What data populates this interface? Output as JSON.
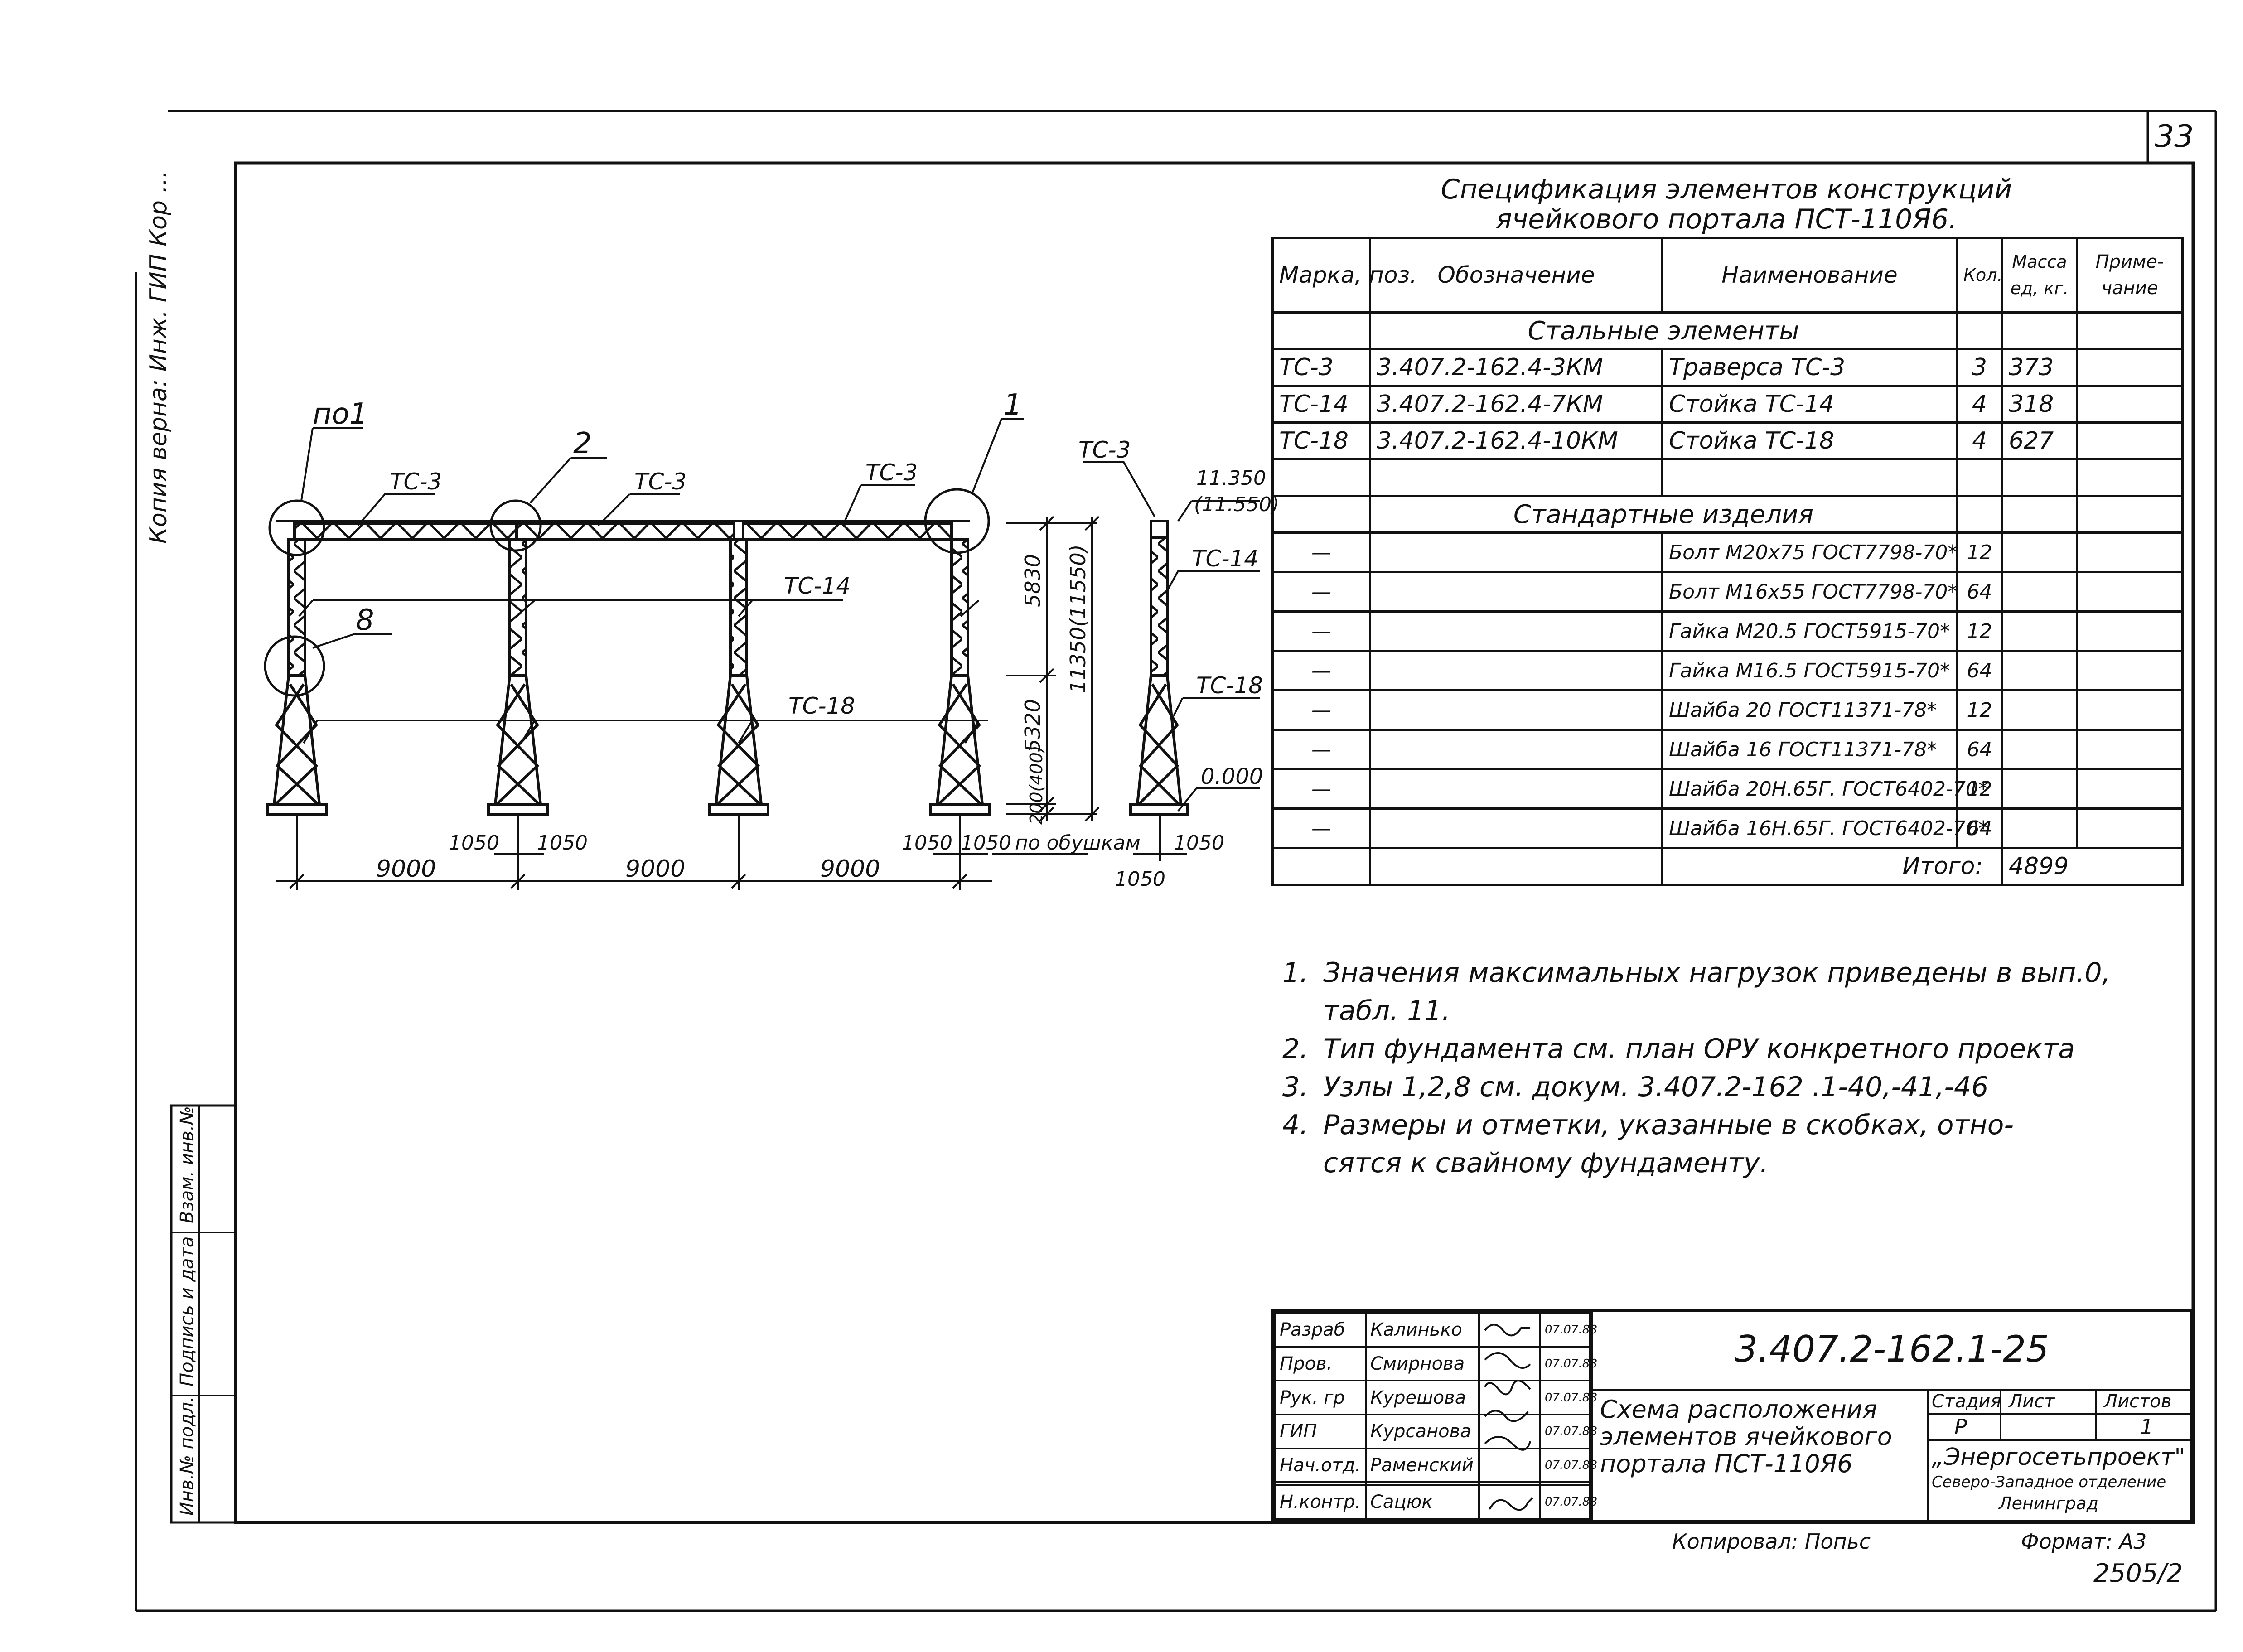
{
  "page_number": "33",
  "left_margin_note": "Копия верна: Инж. ГИП Кор ...",
  "side_stamp": {
    "fields": [
      "Взам. инв.№",
      "Подпись и дата",
      "Инв.№ подл."
    ]
  },
  "drawing": {
    "callouts": {
      "uzel_1": "по1",
      "uzel_2": "2",
      "uzel_8": "8",
      "mark_1": "1"
    },
    "labels": {
      "ts3_a": "ТС-3",
      "ts3_b": "ТС-3",
      "ts3_c": "ТС-3",
      "ts3_side": "ТС-3",
      "ts14": "ТС-14",
      "ts14_side": "ТС-14",
      "ts18": "ТС-18",
      "ts18_side": "ТС-18"
    },
    "dimensions": {
      "h_5830": "5830",
      "h_5320": "5320",
      "h_200": "200(400)",
      "h_total": "11350(11550)",
      "elev_top": "11.350",
      "elev_top_alt": "(11.550)",
      "elev_zero": "0.000",
      "span_1": "9000",
      "span_2": "9000",
      "span_3": "9000",
      "d1050_a": "1050",
      "d1050_b": "1050",
      "d1050_c": "1050",
      "d1050_d": "1050",
      "d1050_side": "1050",
      "d1050_bottom": "1050",
      "po_obushkam": "по обушкам"
    }
  },
  "spec": {
    "title_line1": "Спецификация элементов конструкций",
    "title_line2": "ячейкового портала ПСТ-110Я6.",
    "headers": [
      "Марка, поз.",
      "Обозначение",
      "Наименование",
      "Кол.",
      "Масса ед, кг.",
      "Приме-чание"
    ],
    "section_steel": "Стальные элементы",
    "steel_rows": [
      {
        "mark": "ТС-3",
        "designation": "3.407.2-162.4-3КМ",
        "name": "Траверса ТС-3",
        "qty": "3",
        "mass": "373",
        "note": ""
      },
      {
        "mark": "ТС-14",
        "designation": "3.407.2-162.4-7КМ",
        "name": "Стойка ТС-14",
        "qty": "4",
        "mass": "318",
        "note": ""
      },
      {
        "mark": "ТС-18",
        "designation": "3.407.2-162.4-10КМ",
        "name": "Стойка ТС-18",
        "qty": "4",
        "mass": "627",
        "note": ""
      }
    ],
    "section_standard": "Стандартные изделия",
    "standard_rows": [
      {
        "mark": "—",
        "name": "Болт М20х75 ГОСТ7798-70*",
        "qty": "12"
      },
      {
        "mark": "—",
        "name": "Болт М16х55 ГОСТ7798-70*",
        "qty": "64"
      },
      {
        "mark": "—",
        "name": "Гайка М20.5 ГОСТ5915-70*",
        "qty": "12"
      },
      {
        "mark": "—",
        "name": "Гайка М16.5 ГОСТ5915-70*",
        "qty": "64"
      },
      {
        "mark": "—",
        "name": "Шайба 20 ГОСТ11371-78*",
        "qty": "12"
      },
      {
        "mark": "—",
        "name": "Шайба 16 ГОСТ11371-78*",
        "qty": "64"
      },
      {
        "mark": "—",
        "name": "Шайба 20Н.65Г. ГОСТ6402-70*",
        "qty": "12"
      },
      {
        "mark": "—",
        "name": "Шайба 16Н.65Г. ГОСТ6402-70*",
        "qty": "64"
      }
    ],
    "total_label": "Итого:",
    "total_value": "4899"
  },
  "notes": [
    {
      "num": "1.",
      "line1": "Значения максимальных нагрузок приведены в вып.0,",
      "line2": "табл. 11."
    },
    {
      "num": "2.",
      "line1": "Тип фундамента см. план ОРУ конкретного проекта",
      "line2": ""
    },
    {
      "num": "3.",
      "line1": "Узлы 1,2,8 см. докум. 3.407.2-162 .1-40,-41,-46",
      "line2": ""
    },
    {
      "num": "4.",
      "line1": "Размеры и отметки, указанные в скобках, отно-",
      "line2": "сятся к свайному фундаменту."
    }
  ],
  "title_block": {
    "doc_number": "3.407.2-162.1-25",
    "rows": [
      {
        "role": "Разраб",
        "name": "Калинько",
        "date": "07.07.88"
      },
      {
        "role": "Пров.",
        "name": "Смирнова",
        "date": "07.07.88"
      },
      {
        "role": "Рук. гр",
        "name": "Курешова",
        "date": "07.07.88"
      },
      {
        "role": "ГИП",
        "name": "Курсанова",
        "date": "07.07.88"
      },
      {
        "role": "Нач.отд.",
        "name": "Раменский",
        "date": "07.07.88"
      },
      {
        "role": "",
        "name": "",
        "date": ""
      },
      {
        "role": "Н.контр.",
        "name": "Сацюк",
        "date": "07.07.88"
      }
    ],
    "drawing_title": "Схема расположения элементов ячейкового портала ПСТ-110Я6",
    "stage_label": "Стадия",
    "sheet_label": "Лист",
    "sheets_label": "Листов",
    "stage": "Р",
    "sheet": "",
    "sheets": "1",
    "org_line1": "„Энергосетьпроект\"",
    "org_line2": "Северо-Западное отделение",
    "org_line3": "Ленинград"
  },
  "footer": {
    "copied": "Копировал: Попьс",
    "format": "Формат: А3",
    "archive": "2505/2"
  }
}
